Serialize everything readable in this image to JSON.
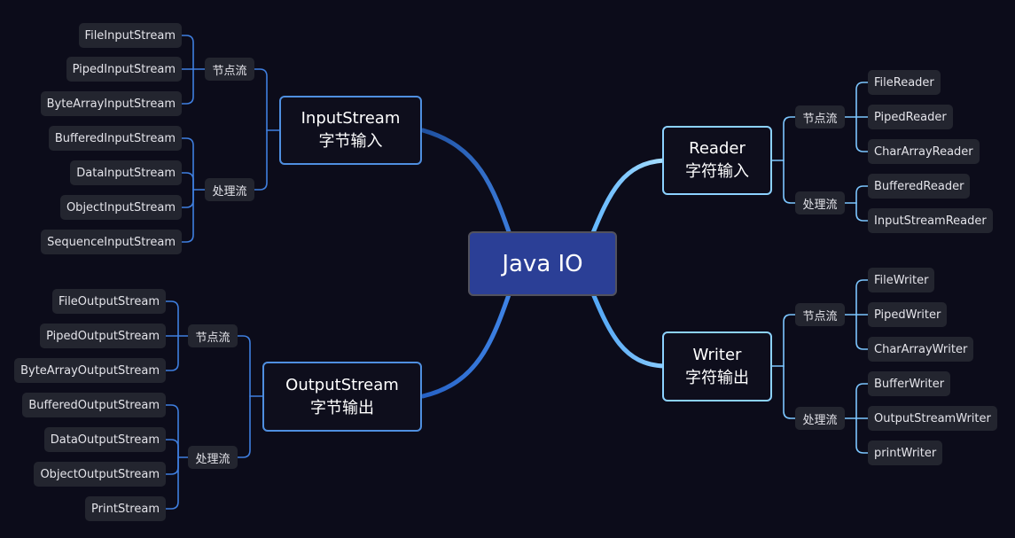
{
  "root": {
    "label": "Java IO"
  },
  "branches": [
    {
      "key": "input-stream",
      "title": "InputStream",
      "subtitle": "字节输入",
      "groups": [
        {
          "label": "节点流",
          "items": [
            "FileInputStream",
            "PipedInputStream",
            "ByteArrayInputStream"
          ]
        },
        {
          "label": "处理流",
          "items": [
            "BufferedInputStream",
            "DataInputStream",
            "ObjectInputStream",
            "SequenceInputStream"
          ]
        }
      ]
    },
    {
      "key": "output-stream",
      "title": "OutputStream",
      "subtitle": "字节输出",
      "groups": [
        {
          "label": "节点流",
          "items": [
            "FileOutputStream",
            "PipedOutputStream",
            "ByteArrayOutputStream"
          ]
        },
        {
          "label": "处理流",
          "items": [
            "BufferedOutputStream",
            "DataOutputStream",
            "ObjectOutputStream",
            "PrintStream"
          ]
        }
      ]
    },
    {
      "key": "reader",
      "title": "Reader",
      "subtitle": "字符输入",
      "groups": [
        {
          "label": "节点流",
          "items": [
            "FileReader",
            "PipedReader",
            "CharArrayReader"
          ]
        },
        {
          "label": "处理流",
          "items": [
            "BufferedReader",
            "InputStreamReader"
          ]
        }
      ]
    },
    {
      "key": "writer",
      "title": "Writer",
      "subtitle": "字符输出",
      "groups": [
        {
          "label": "节点流",
          "items": [
            "FileWriter",
            "PipedWriter",
            "CharArrayWriter"
          ]
        },
        {
          "label": "处理流",
          "items": [
            "BufferWriter",
            "OutputStreamWriter",
            "printWriter"
          ]
        }
      ]
    }
  ]
}
